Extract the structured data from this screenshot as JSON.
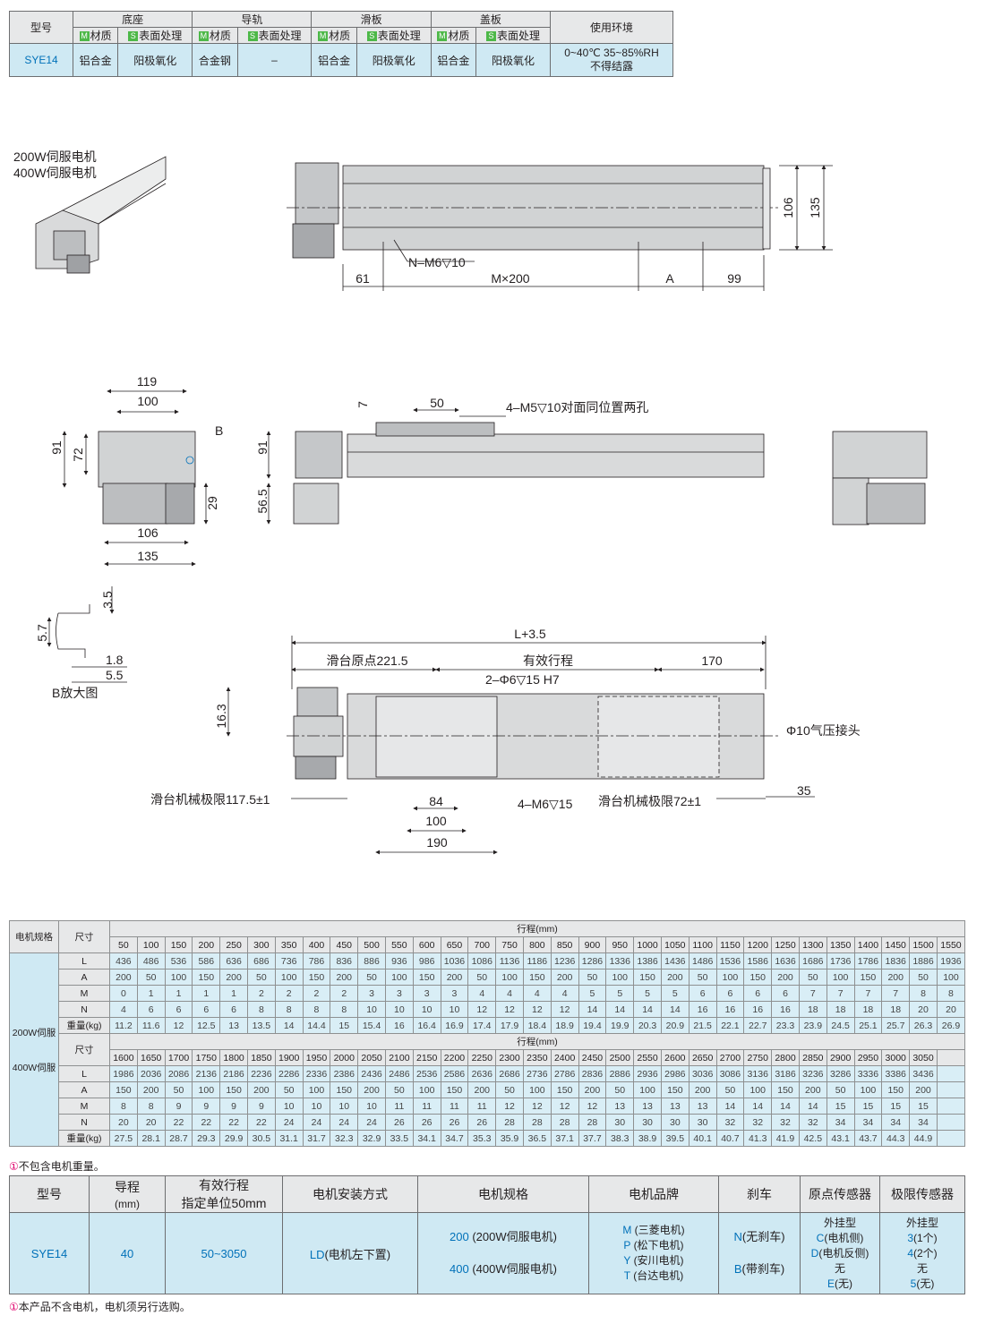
{
  "spec": {
    "headers": {
      "model": "型号",
      "base": "底座",
      "rail": "导轨",
      "slide": "滑板",
      "cover": "盖板",
      "env": "使用环境"
    },
    "sub": {
      "m": "M",
      "material": "材质",
      "s": "S",
      "surface": "表面处理"
    },
    "row": {
      "model": "SYE14",
      "base_mat": "铝合金",
      "base_surf": "阳极氧化",
      "rail_mat": "合金钢",
      "rail_surf": "–",
      "slide_mat": "铝合金",
      "slide_surf": "阳极氧化",
      "cover_mat": "铝合金",
      "cover_surf": "阳极氧化",
      "env_1": "0~40℃ 35~85%RH",
      "env_2": "不得结露"
    }
  },
  "drawings": {
    "motor_label_1": "200W伺服电机",
    "motor_label_2": "400W伺服电机",
    "top": {
      "d106": "106",
      "d135": "135",
      "hole": "N–M6▽10",
      "d61": "61",
      "m200": "M×200",
      "a": "A",
      "d99": "99"
    },
    "side": {
      "d119": "119",
      "d100": "100",
      "d91": "91",
      "d72": "72",
      "b": "B",
      "d29": "29",
      "d106": "106",
      "d135": "135",
      "d7": "7",
      "d50": "50",
      "holes": "4–M5▽10对面同位置两孔",
      "d91b": "91",
      "d565": "56.5"
    },
    "detail": {
      "d35": "3.5",
      "d57": "5.7",
      "d18": "1.8",
      "d55": "5.5",
      "title": "B放大图"
    },
    "bottom": {
      "l35": "L+3.5",
      "origin": "滑台原点221.5",
      "stroke": "有效行程",
      "d170": "170",
      "pin": "2–Φ6▽15 H7",
      "d163": "16.3",
      "air": "Φ10气压接头",
      "limit_left": "滑台机械极限117.5±1",
      "d84": "84",
      "m6": "4–M6▽15",
      "limit_right": "滑台机械极限72±1",
      "d35": "35",
      "d100": "100",
      "d190": "190"
    }
  },
  "stroke_table": {
    "motor_label": "电机规格",
    "size_label": "尺寸",
    "stroke_label": "行程(mm)",
    "motor_200": "200W伺服",
    "motor_400": "400W伺服",
    "row_labels": [
      "L",
      "A",
      "M",
      "N",
      "重量(kg)"
    ],
    "block1": {
      "strokes": [
        "50",
        "100",
        "150",
        "200",
        "250",
        "300",
        "350",
        "400",
        "450",
        "500",
        "550",
        "600",
        "650",
        "700",
        "750",
        "800",
        "850",
        "900",
        "950",
        "1000",
        "1050",
        "1100",
        "1150",
        "1200",
        "1250",
        "1300",
        "1350",
        "1400",
        "1450",
        "1500",
        "1550"
      ],
      "L": [
        "436",
        "486",
        "536",
        "586",
        "636",
        "686",
        "736",
        "786",
        "836",
        "886",
        "936",
        "986",
        "1036",
        "1086",
        "1136",
        "1186",
        "1236",
        "1286",
        "1336",
        "1386",
        "1436",
        "1486",
        "1536",
        "1586",
        "1636",
        "1686",
        "1736",
        "1786",
        "1836",
        "1886",
        "1936"
      ],
      "A": [
        "200",
        "50",
        "100",
        "150",
        "200",
        "50",
        "100",
        "150",
        "200",
        "50",
        "100",
        "150",
        "200",
        "50",
        "100",
        "150",
        "200",
        "50",
        "100",
        "150",
        "200",
        "50",
        "100",
        "150",
        "200",
        "50",
        "100",
        "150",
        "200",
        "50",
        "100"
      ],
      "M": [
        "0",
        "1",
        "1",
        "1",
        "1",
        "2",
        "2",
        "2",
        "2",
        "3",
        "3",
        "3",
        "3",
        "4",
        "4",
        "4",
        "4",
        "5",
        "5",
        "5",
        "5",
        "6",
        "6",
        "6",
        "6",
        "7",
        "7",
        "7",
        "7",
        "8",
        "8"
      ],
      "N": [
        "4",
        "6",
        "6",
        "6",
        "6",
        "8",
        "8",
        "8",
        "8",
        "10",
        "10",
        "10",
        "10",
        "12",
        "12",
        "12",
        "12",
        "14",
        "14",
        "14",
        "14",
        "16",
        "16",
        "16",
        "16",
        "18",
        "18",
        "18",
        "18",
        "20",
        "20"
      ],
      "W": [
        "11.2",
        "11.6",
        "12",
        "12.5",
        "13",
        "13.5",
        "14",
        "14.4",
        "15",
        "15.4",
        "16",
        "16.4",
        "16.9",
        "17.4",
        "17.9",
        "18.4",
        "18.9",
        "19.4",
        "19.9",
        "20.3",
        "20.9",
        "21.5",
        "22.1",
        "22.7",
        "23.3",
        "23.9",
        "24.5",
        "25.1",
        "25.7",
        "26.3",
        "26.9"
      ]
    },
    "block2": {
      "strokes": [
        "1600",
        "1650",
        "1700",
        "1750",
        "1800",
        "1850",
        "1900",
        "1950",
        "2000",
        "2050",
        "2100",
        "2150",
        "2200",
        "2250",
        "2300",
        "2350",
        "2400",
        "2450",
        "2500",
        "2550",
        "2600",
        "2650",
        "2700",
        "2750",
        "2800",
        "2850",
        "2900",
        "2950",
        "3000",
        "3050"
      ],
      "L": [
        "1986",
        "2036",
        "2086",
        "2136",
        "2186",
        "2236",
        "2286",
        "2336",
        "2386",
        "2436",
        "2486",
        "2536",
        "2586",
        "2636",
        "2686",
        "2736",
        "2786",
        "2836",
        "2886",
        "2936",
        "2986",
        "3036",
        "3086",
        "3136",
        "3186",
        "3236",
        "3286",
        "3336",
        "3386",
        "3436"
      ],
      "A": [
        "150",
        "200",
        "50",
        "100",
        "150",
        "200",
        "50",
        "100",
        "150",
        "200",
        "50",
        "100",
        "150",
        "200",
        "50",
        "100",
        "150",
        "200",
        "50",
        "100",
        "150",
        "200",
        "50",
        "100",
        "150",
        "200",
        "50",
        "100",
        "150",
        "200"
      ],
      "M": [
        "8",
        "8",
        "9",
        "9",
        "9",
        "9",
        "10",
        "10",
        "10",
        "10",
        "11",
        "11",
        "11",
        "11",
        "12",
        "12",
        "12",
        "12",
        "13",
        "13",
        "13",
        "13",
        "14",
        "14",
        "14",
        "14",
        "15",
        "15",
        "15",
        "15"
      ],
      "N": [
        "20",
        "20",
        "22",
        "22",
        "22",
        "22",
        "24",
        "24",
        "24",
        "24",
        "26",
        "26",
        "26",
        "26",
        "28",
        "28",
        "28",
        "28",
        "30",
        "30",
        "30",
        "30",
        "32",
        "32",
        "32",
        "32",
        "34",
        "34",
        "34",
        "34"
      ],
      "W": [
        "27.5",
        "28.1",
        "28.7",
        "29.3",
        "29.9",
        "30.5",
        "31.1",
        "31.7",
        "32.3",
        "32.9",
        "33.5",
        "34.1",
        "34.7",
        "35.3",
        "35.9",
        "36.5",
        "37.1",
        "37.7",
        "38.3",
        "38.9",
        "39.5",
        "40.1",
        "40.7",
        "41.3",
        "41.9",
        "42.5",
        "43.1",
        "43.7",
        "44.3",
        "44.9"
      ]
    },
    "note_mark": "①",
    "note": "不包含电机重量。"
  },
  "order": {
    "headers": {
      "model": "型号",
      "lead": "导程",
      "lead_unit": "(mm)",
      "stroke": "有效行程",
      "stroke_sub": "指定单位50mm",
      "mount": "电机安装方式",
      "spec": "电机规格",
      "brand": "电机品牌",
      "brake": "刹车",
      "origin": "原点传感器",
      "limit": "极限传感器"
    },
    "model": "SYE14",
    "lead": "40",
    "stroke": "50~3050",
    "mount_code": "LD",
    "mount_desc": "(电机左下置)",
    "spec_200_code": "200",
    "spec_200_desc": "(200W伺服电机)",
    "spec_400_code": "400",
    "spec_400_desc": "(400W伺服电机)",
    "brands": [
      {
        "code": "M",
        "desc": "(三菱电机)"
      },
      {
        "code": "P",
        "desc": "(松下电机)"
      },
      {
        "code": "Y",
        "desc": "(安川电机)"
      },
      {
        "code": "T",
        "desc": "(台达电机)"
      }
    ],
    "brake_n_code": "N",
    "brake_n_desc": "(无刹车)",
    "brake_b_code": "B",
    "brake_b_desc": "(带刹车)",
    "origin_type": "外挂型",
    "origin_c_code": "C",
    "origin_c_desc": "(电机侧)",
    "origin_d_code": "D",
    "origin_d_desc": "(电机反侧)",
    "origin_none": "无",
    "origin_e_code": "E",
    "origin_e_desc": "(无)",
    "limit_type": "外挂型",
    "limit_3_code": "3",
    "limit_3_desc": "(1个)",
    "limit_4_code": "4",
    "limit_4_desc": "(2个)",
    "limit_none": "无",
    "limit_5_code": "5",
    "limit_5_desc": "(无)",
    "note_mark": "①",
    "note": "本产品不含电机，电机须另行选购。"
  }
}
